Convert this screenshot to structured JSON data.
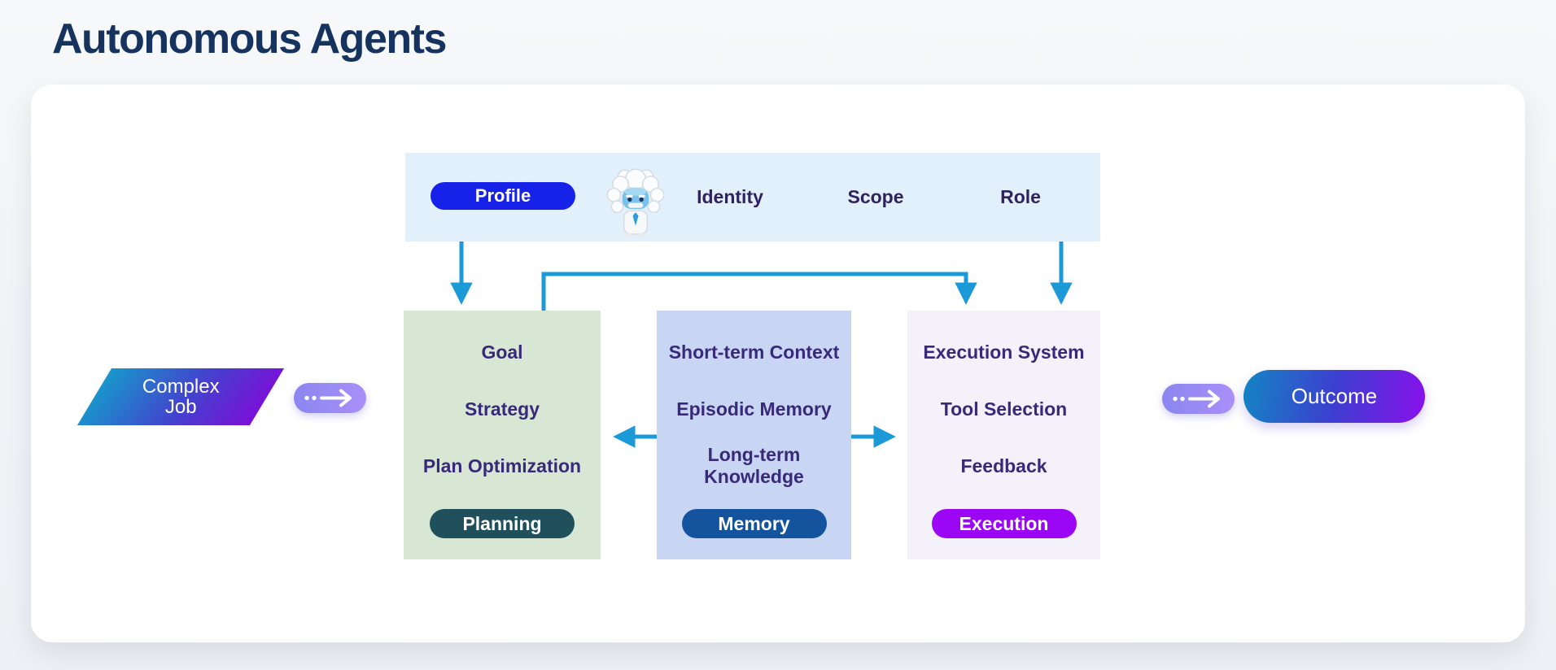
{
  "title": "Autonomous Agents",
  "profile_bar": {
    "badge": "Profile",
    "mascot": "einstein-robot-mascot",
    "labels": {
      "identity": "Identity",
      "scope": "Scope",
      "role": "Role"
    }
  },
  "columns": [
    {
      "name": "planning",
      "items": [
        "Goal",
        "Strategy",
        "Plan Optimization"
      ],
      "badge": "Planning",
      "bg": "#d8e7d4",
      "badge_bg": "#20505c"
    },
    {
      "name": "memory",
      "items": [
        "Short-term Context",
        "Episodic Memory",
        "Long-term Knowledge"
      ],
      "badge": "Memory",
      "bg": "#c9d6f3",
      "badge_bg": "#14539d"
    },
    {
      "name": "execution",
      "items": [
        "Execution System",
        "Tool Selection",
        "Feedback"
      ],
      "badge": "Execution",
      "bg": "#f4f1fa",
      "badge_bg": "#9b06f5"
    }
  ],
  "flow": {
    "input_line1": "Complex",
    "input_line2": "Job",
    "output": "Outcome"
  },
  "colors": {
    "title": "#16335f",
    "bar_bg": "#e2f0fb",
    "profile_pill": "#1722e8",
    "bar_text": "#30215f",
    "box_text": "#38297b",
    "arrow": "#1c9ad7",
    "input_gradient": [
      "#1898cb",
      "#7b10d8"
    ],
    "output_gradient": [
      "#1485c3",
      "#8a10ec"
    ],
    "flow_pill_gradient": [
      "#8b86f0",
      "#a98ff8"
    ]
  }
}
